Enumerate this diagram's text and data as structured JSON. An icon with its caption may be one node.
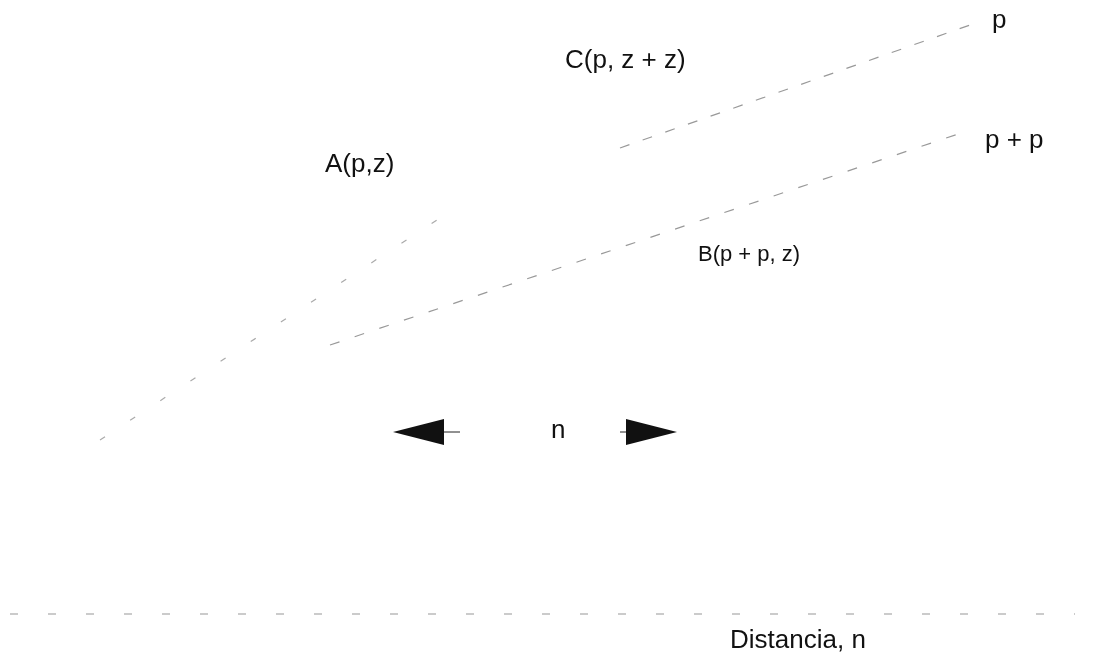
{
  "diagram": {
    "labels": [
      "p",
      "C(p, z + z)",
      "p + p",
      "A(p,z)",
      "B(p + p, z)",
      "n",
      "Distancia, n"
    ]
  }
}
